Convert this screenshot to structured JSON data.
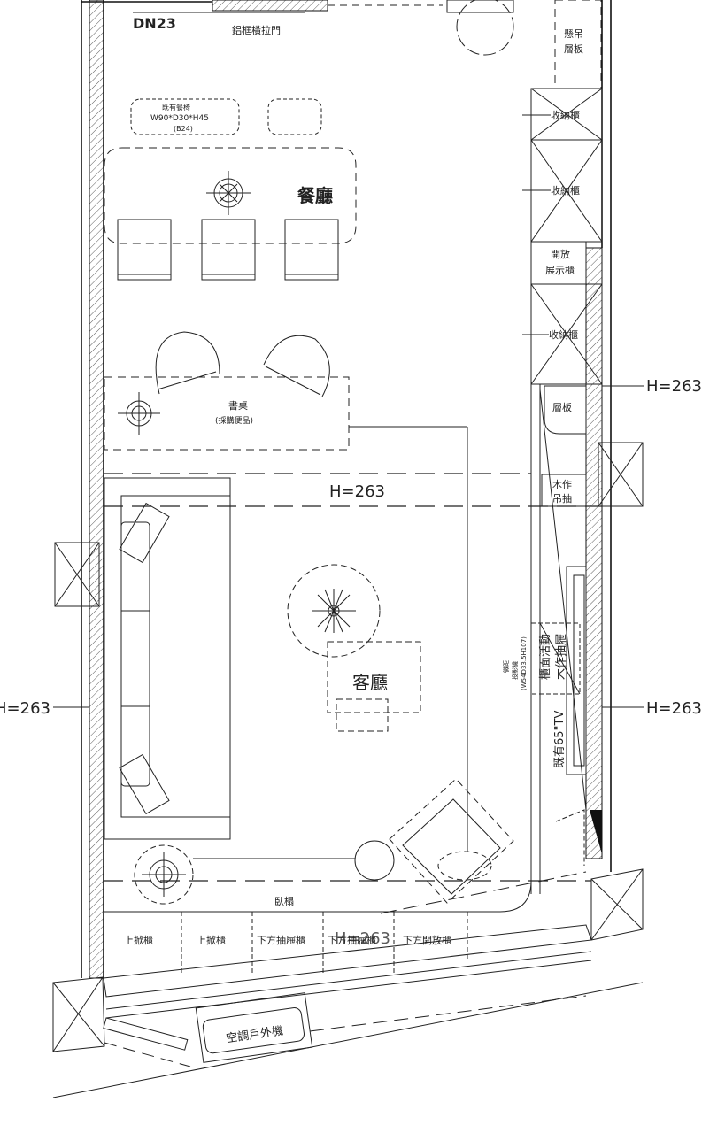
{
  "plan": {
    "labels": {
      "dn": "DN23",
      "sliding_door": "鋁框橫拉門",
      "hanging_shelf_1": "懸吊",
      "hanging_shelf_2": "層板",
      "existing_chair_1": "既有餐椅",
      "existing_chair_2": "W90*D30*H45",
      "existing_chair_3": "(B24)",
      "dining_room": "餐廳",
      "storage_1": "收納櫃",
      "storage_2": "收納櫃",
      "open_display_1": "開放",
      "open_display_2": "展示櫃",
      "storage_3": "收納櫃",
      "height_right_top": "H=263",
      "shelf": "層板",
      "desk_1": "書桌",
      "desk_2": "(採購便品)",
      "height_center": "H=263",
      "wood_drawer_1": "木作",
      "wood_drawer_2": "吊抽",
      "living_room": "客廳",
      "projector_1": "微距",
      "projector_2": "投影機",
      "projector_3": "(W54D33.5H107)",
      "wall_cabinet_1": "櫃面活動",
      "wall_cabinet_2": "木作抽屜",
      "tv": "既有65\"TV",
      "height_left": "H=263",
      "height_right_bottom": "H=263",
      "bed": "臥榻",
      "lift_cab_1": "上掀櫃",
      "lift_cab_2": "上掀櫃",
      "drawer_cab": "下方抽屜櫃",
      "drawer_cab_2": "下方抽屜櫃",
      "height_bottom": "H=263",
      "open_cab": "下方開放櫃",
      "ac_unit": "空調戶外機"
    }
  }
}
